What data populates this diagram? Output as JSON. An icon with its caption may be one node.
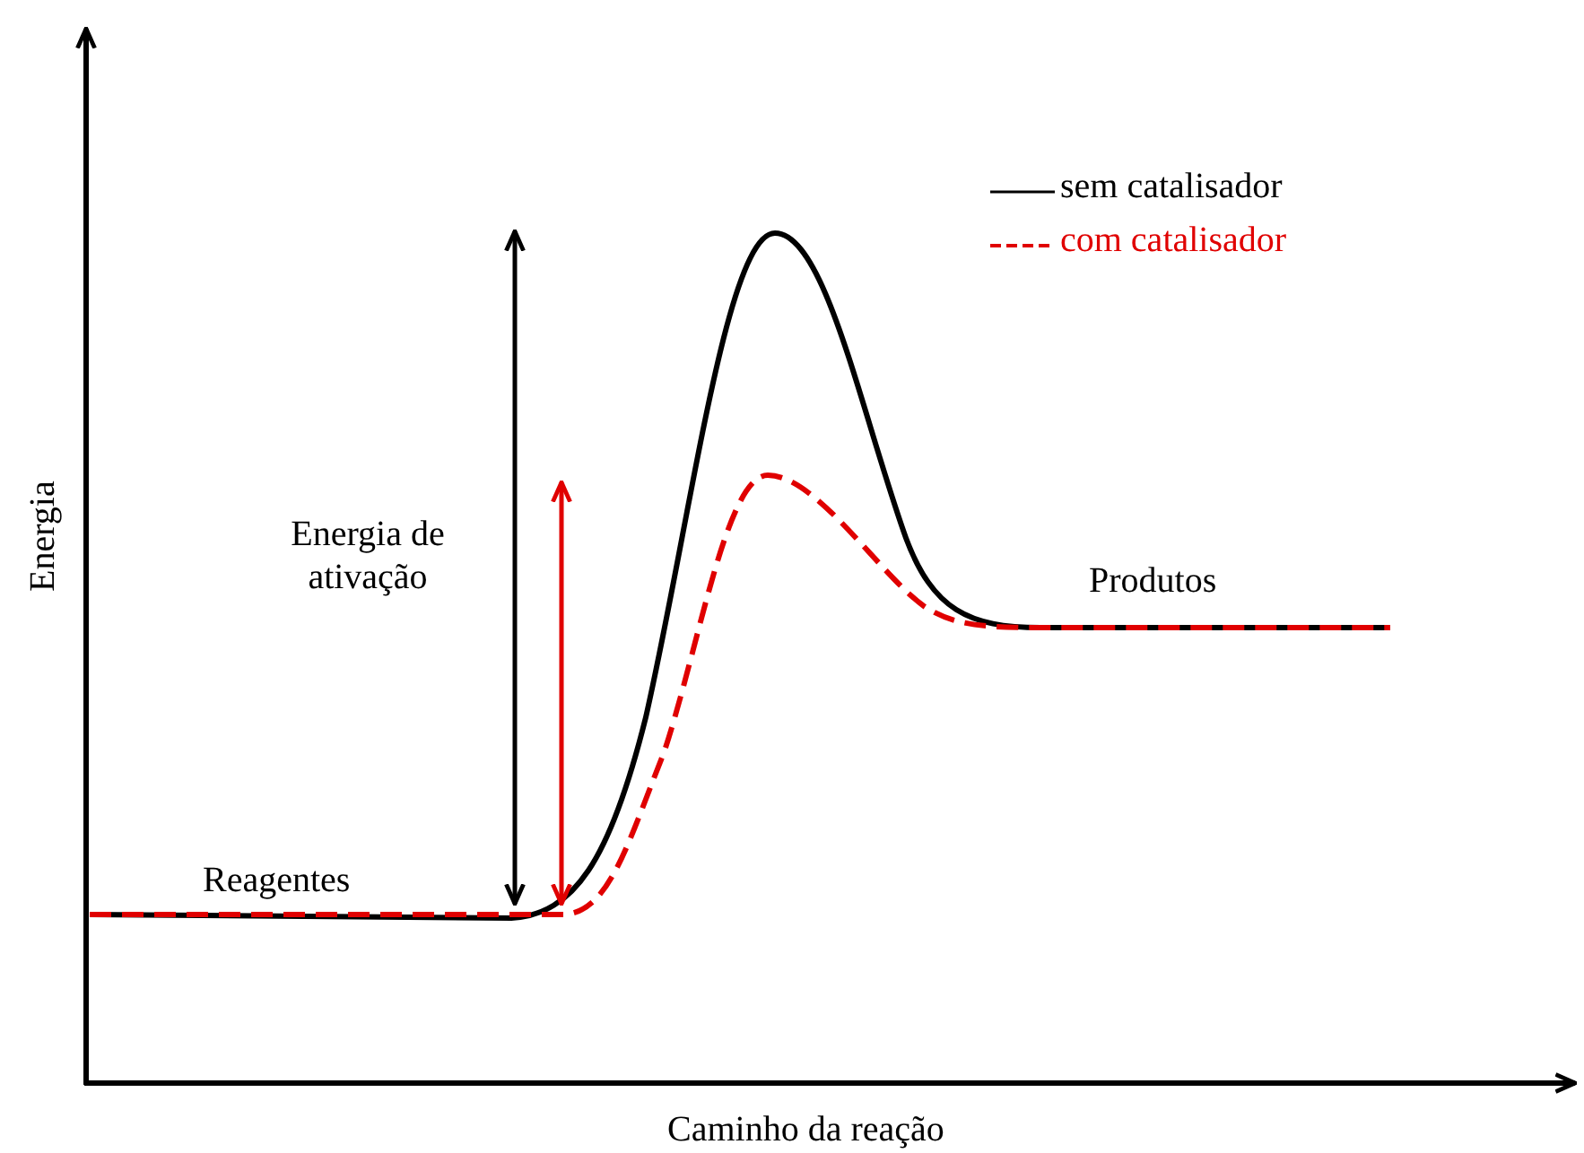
{
  "diagram": {
    "labels": [
      "Energia",
      "Energia de ativação",
      "Reagentes",
      "Produtos",
      "Caminho da reação"
    ],
    "legend": [
      {
        "text": "sem catalisador"
      },
      {
        "text": "com catalisador"
      }
    ]
  }
}
